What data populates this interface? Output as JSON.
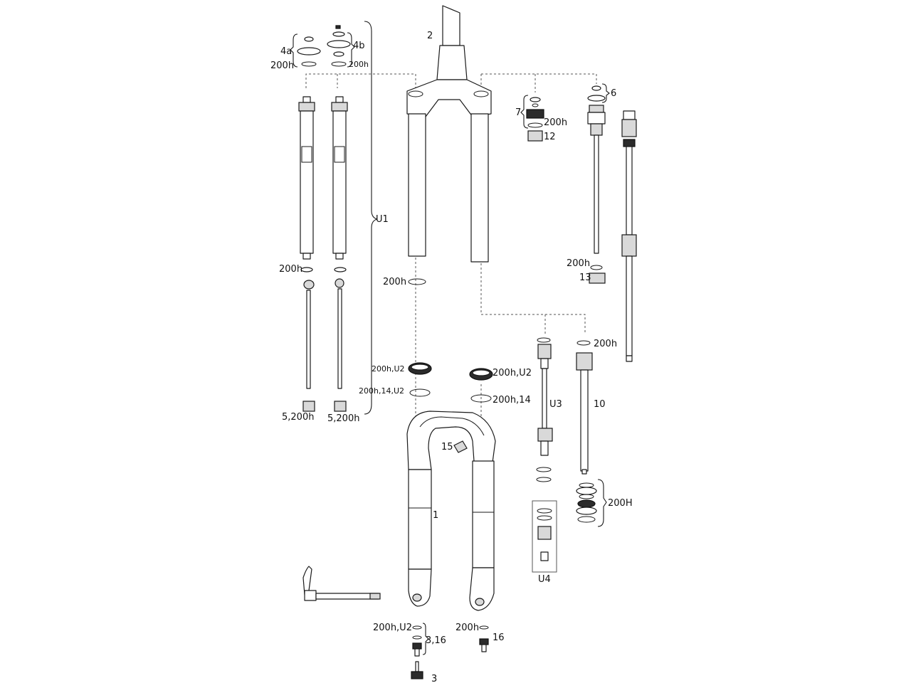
{
  "labels": {
    "l2": "2",
    "l4a": "4a",
    "l4b": "4b",
    "l200h_a": "200h",
    "l200h_b": "200h",
    "l6": "6",
    "l7": "7",
    "l200h_c": "200h",
    "l12": "12",
    "lU1": "U1",
    "l200h_d": "200h",
    "l200h_e": "200h",
    "l200h_f": "200h",
    "l13": "13",
    "l200h_g": "200h",
    "l200hU2_a": "200h,U2",
    "l200hU2_b": "200h,U2",
    "l200h14U2": "200h,14,U2",
    "l200h14": "200h,14",
    "lU3": "U3",
    "l10": "10",
    "l5200h_a": "5,200h",
    "l5200h_b": "5,200h",
    "l15": "15",
    "l200H": "200H",
    "l1": "1",
    "lU4": "U4",
    "l200hU2_c": "200h,U2",
    "l316": "3,16",
    "l200h_h": "200h",
    "l16": "16",
    "l3": "3"
  }
}
